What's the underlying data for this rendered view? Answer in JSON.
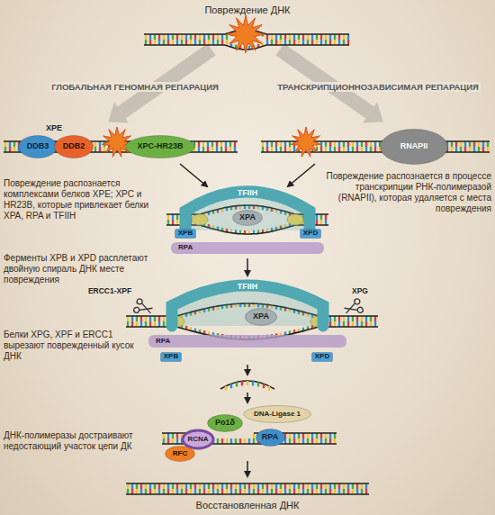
{
  "diagram": {
    "nodes": [
      {
        "text": [
          "DDB3"
        ]
      },
      {
        "text": [
          "DDB2"
        ]
      },
      {
        "text": [
          "XPC-HR23B"
        ]
      },
      {
        "text": [
          "RNAPII"
        ]
      },
      {
        "text": [
          "TFIIH"
        ]
      },
      {
        "text": [
          "XPA"
        ],
        "in": 4
      },
      {
        "text": [
          "XPB"
        ]
      },
      {
        "text": [
          "XPD"
        ]
      },
      {
        "text": [
          "RPA"
        ]
      },
      {
        "text": [
          "TFIIH"
        ]
      },
      {
        "text": [
          "XPA"
        ],
        "in": 9
      },
      {
        "text": [
          "RPA"
        ]
      },
      {
        "text": [
          "XPB"
        ]
      },
      {
        "text": [
          "XPD"
        ]
      },
      {
        "text": [
          "DNA-Ligase 1"
        ]
      },
      {
        "text": [
          "Po1δ"
        ]
      },
      {
        "text": [
          "RPA"
        ]
      },
      {
        "text": [
          "RCNA"
        ]
      },
      {
        "text": [
          "RFC"
        ]
      }
    ],
    "labels": [
      "Повреждение ДНК",
      "ГЛОБАЛЬНАЯ ГЕНОМНАЯ РЕПАРАЦИЯ",
      "ТРАНСКРИПЦИОННОЗАВИСИМАЯ РЕПАРАЦИЯ",
      "XPE",
      "Повреждение распознается комплексами белков XPE; XPC и HR23B, которые привлекает белки XPA, RPA и TFIIH",
      "Повреждение распознается в процессе транскрипции РНК-полимеразой (RNAPII), которая удаляется с места повреждения",
      "Ферменты XPB и XPD расплетают двойную спираль ДНК месте повреждения",
      "ERCC1-XPF",
      "XPG",
      "Белки XPG, XPF и ERCC1 вырезают поврежденный кусок ДНК",
      "ДНК-полимеразы достраивают недостающий участок цепи ДК",
      "Восстановленная ДНК"
    ]
  }
}
